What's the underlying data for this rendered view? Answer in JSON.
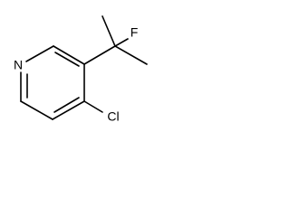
{
  "molecule": {
    "atoms": {
      "nitrogen": "N",
      "chlorine": "Cl",
      "fluorine": "F"
    },
    "colors": {
      "bond": "#000000",
      "text": "#000000",
      "background": "#ffffff"
    }
  }
}
